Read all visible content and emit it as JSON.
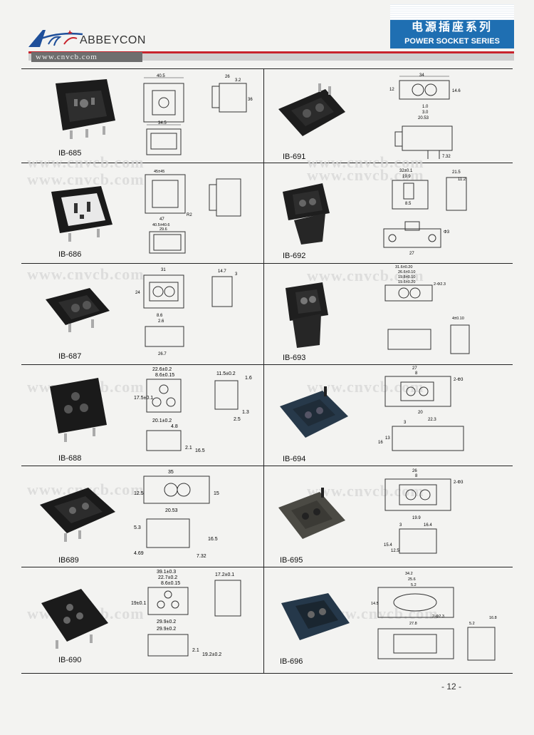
{
  "header": {
    "brand_name": "ABBEYCON",
    "website": "www.cnvcb.com",
    "series_title_cn": "电源插座系列",
    "series_title_en": "POWER SOCKET SERIES"
  },
  "watermark": "www.cnvcb.com",
  "products": [
    {
      "model": "IB-685",
      "dims": [
        "40.5",
        "26",
        "3.2",
        "36",
        "34.5"
      ]
    },
    {
      "model": "IB-691",
      "dims": [
        "34",
        "12",
        "14.6",
        "1.0",
        "3.0",
        "20.53",
        "7.32"
      ]
    },
    {
      "model": "IB-686",
      "dims": [
        "45±45",
        "47",
        "40.5±40.6",
        "29.6",
        "R2"
      ]
    },
    {
      "model": "IB-692",
      "dims": [
        "32±0.1",
        "19.9",
        "8.5",
        "21.5",
        "11.2",
        "27",
        "Φ3"
      ]
    },
    {
      "model": "IB-687",
      "dims": [
        "31",
        "24",
        "14.7",
        "3",
        "8.6",
        "2.6",
        "26.7"
      ]
    },
    {
      "model": "IB-693",
      "dims": [
        "31.6±0.20",
        "26.6±0.10",
        "19.8±0.10",
        "19.6±0.20",
        "2-Φ2.3",
        "4±0.10"
      ]
    },
    {
      "model": "IB-688",
      "dims": [
        "22.6±0.2",
        "8.6±0.15",
        "17.5±0.1",
        "11.5±0.2",
        "1.6",
        "20.1±0.2",
        "4.8",
        "2.1",
        "16.5",
        "1.3",
        "2.5"
      ]
    },
    {
      "model": "IB-694",
      "dims": [
        "27",
        "8",
        "2-Φ3",
        "20",
        "22.3",
        "3",
        "13",
        "16"
      ]
    },
    {
      "model": "IB689",
      "dims": [
        "35",
        "12.5",
        "15",
        "20.53",
        "5.3",
        "16.5",
        "4.69",
        "7.32"
      ]
    },
    {
      "model": "IB-695",
      "dims": [
        "26",
        "8",
        "2-Φ3",
        "19.9",
        "3",
        "16.4",
        "15.4",
        "12.5"
      ]
    },
    {
      "model": "IB-690",
      "dims": [
        "39.1±0.3",
        "22.7±0.2",
        "8.6±0.15",
        "19±0.1",
        "17.2±0.1",
        "29.9±0.2",
        "29.9±0.2",
        "2.1",
        "19.2±0.2"
      ]
    },
    {
      "model": "IB-696",
      "dims": [
        "34.2",
        "25.6",
        "5.2",
        "14.5",
        "2-Φ2.3",
        "27.8",
        "5.2",
        "16.8"
      ]
    }
  ],
  "page": {
    "number": "- 12 -"
  }
}
